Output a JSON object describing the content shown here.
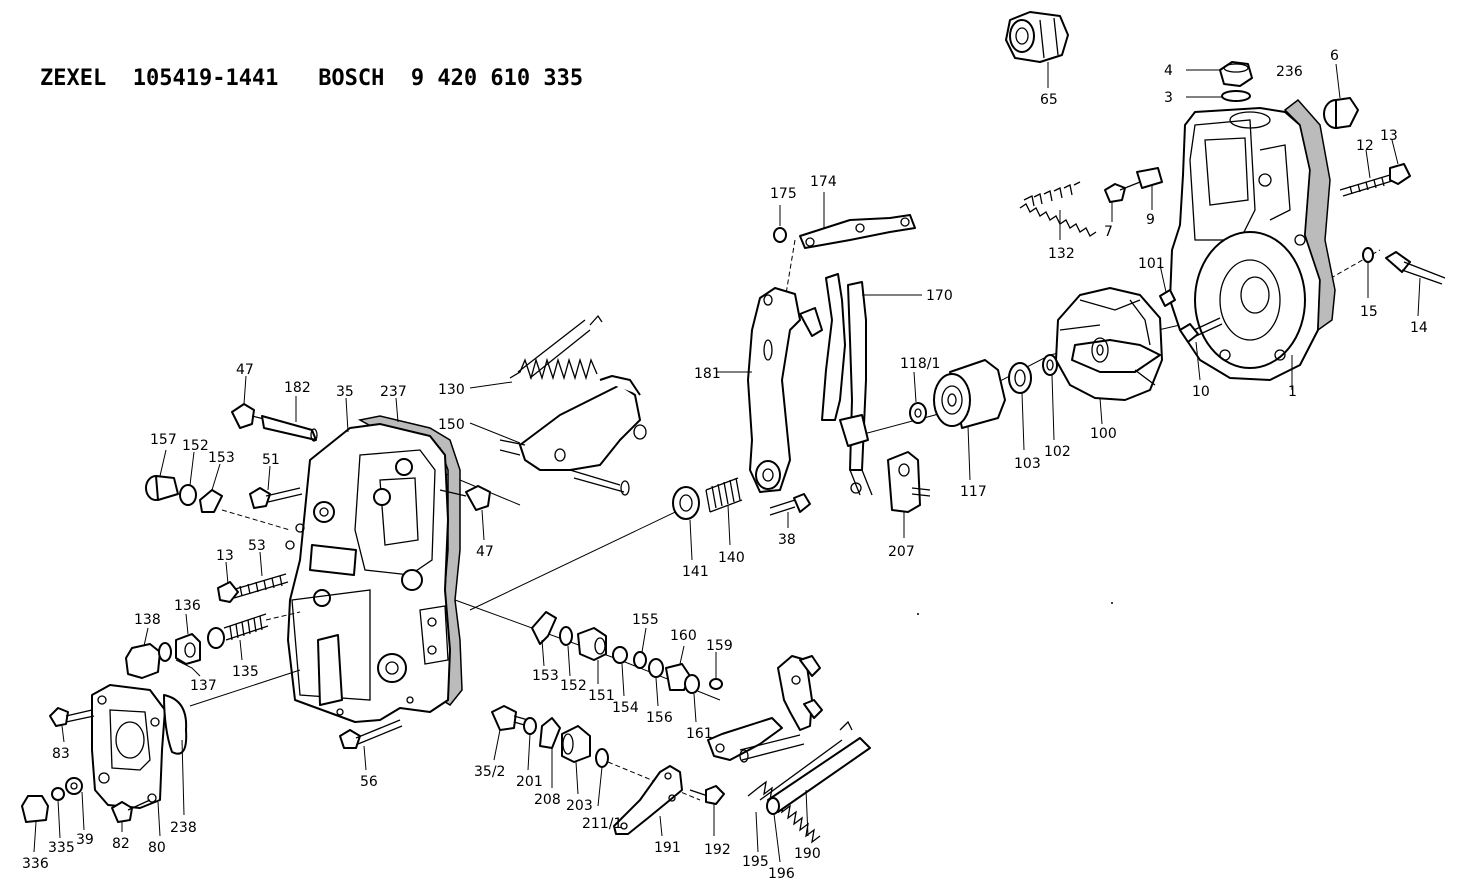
{
  "header": {
    "brand1": "ZEXEL",
    "code1": "105419-1441",
    "brand2": "BOSCH",
    "code2": "9 420 610 335"
  },
  "labels": {
    "p1": "1",
    "p3": "3",
    "p4": "4",
    "p6": "6",
    "p7": "7",
    "p9": "9",
    "p10": "10",
    "p12": "12",
    "p13a": "13",
    "p13b": "13",
    "p14": "14",
    "p15": "15",
    "p35": "35",
    "p35_2": "35/2",
    "p38": "38",
    "p39": "39",
    "p47a": "47",
    "p47b": "47",
    "p51": "51",
    "p53": "53",
    "p56": "56",
    "p65": "65",
    "p80": "80",
    "p82": "82",
    "p83": "83",
    "p100": "100",
    "p101": "101",
    "p102": "102",
    "p103": "103",
    "p117": "117",
    "p118_1": "118/1",
    "p130": "130",
    "p132": "132",
    "p135": "135",
    "p136": "136",
    "p137": "137",
    "p138": "138",
    "p140": "140",
    "p141": "141",
    "p150": "150",
    "p151": "151",
    "p152a": "152",
    "p152b": "152",
    "p153a": "153",
    "p153b": "153",
    "p154": "154",
    "p155": "155",
    "p156": "156",
    "p157": "157",
    "p159": "159",
    "p160": "160",
    "p161": "161",
    "p170": "170",
    "p174": "174",
    "p175": "175",
    "p181": "181",
    "p182": "182",
    "p190": "190",
    "p191": "191",
    "p192": "192",
    "p195": "195",
    "p196": "196",
    "p201": "201",
    "p203": "203",
    "p207": "207",
    "p208": "208",
    "p211_1": "211/1",
    "p236": "236",
    "p237": "237",
    "p238": "238",
    "p335": "335",
    "p336": "336"
  }
}
